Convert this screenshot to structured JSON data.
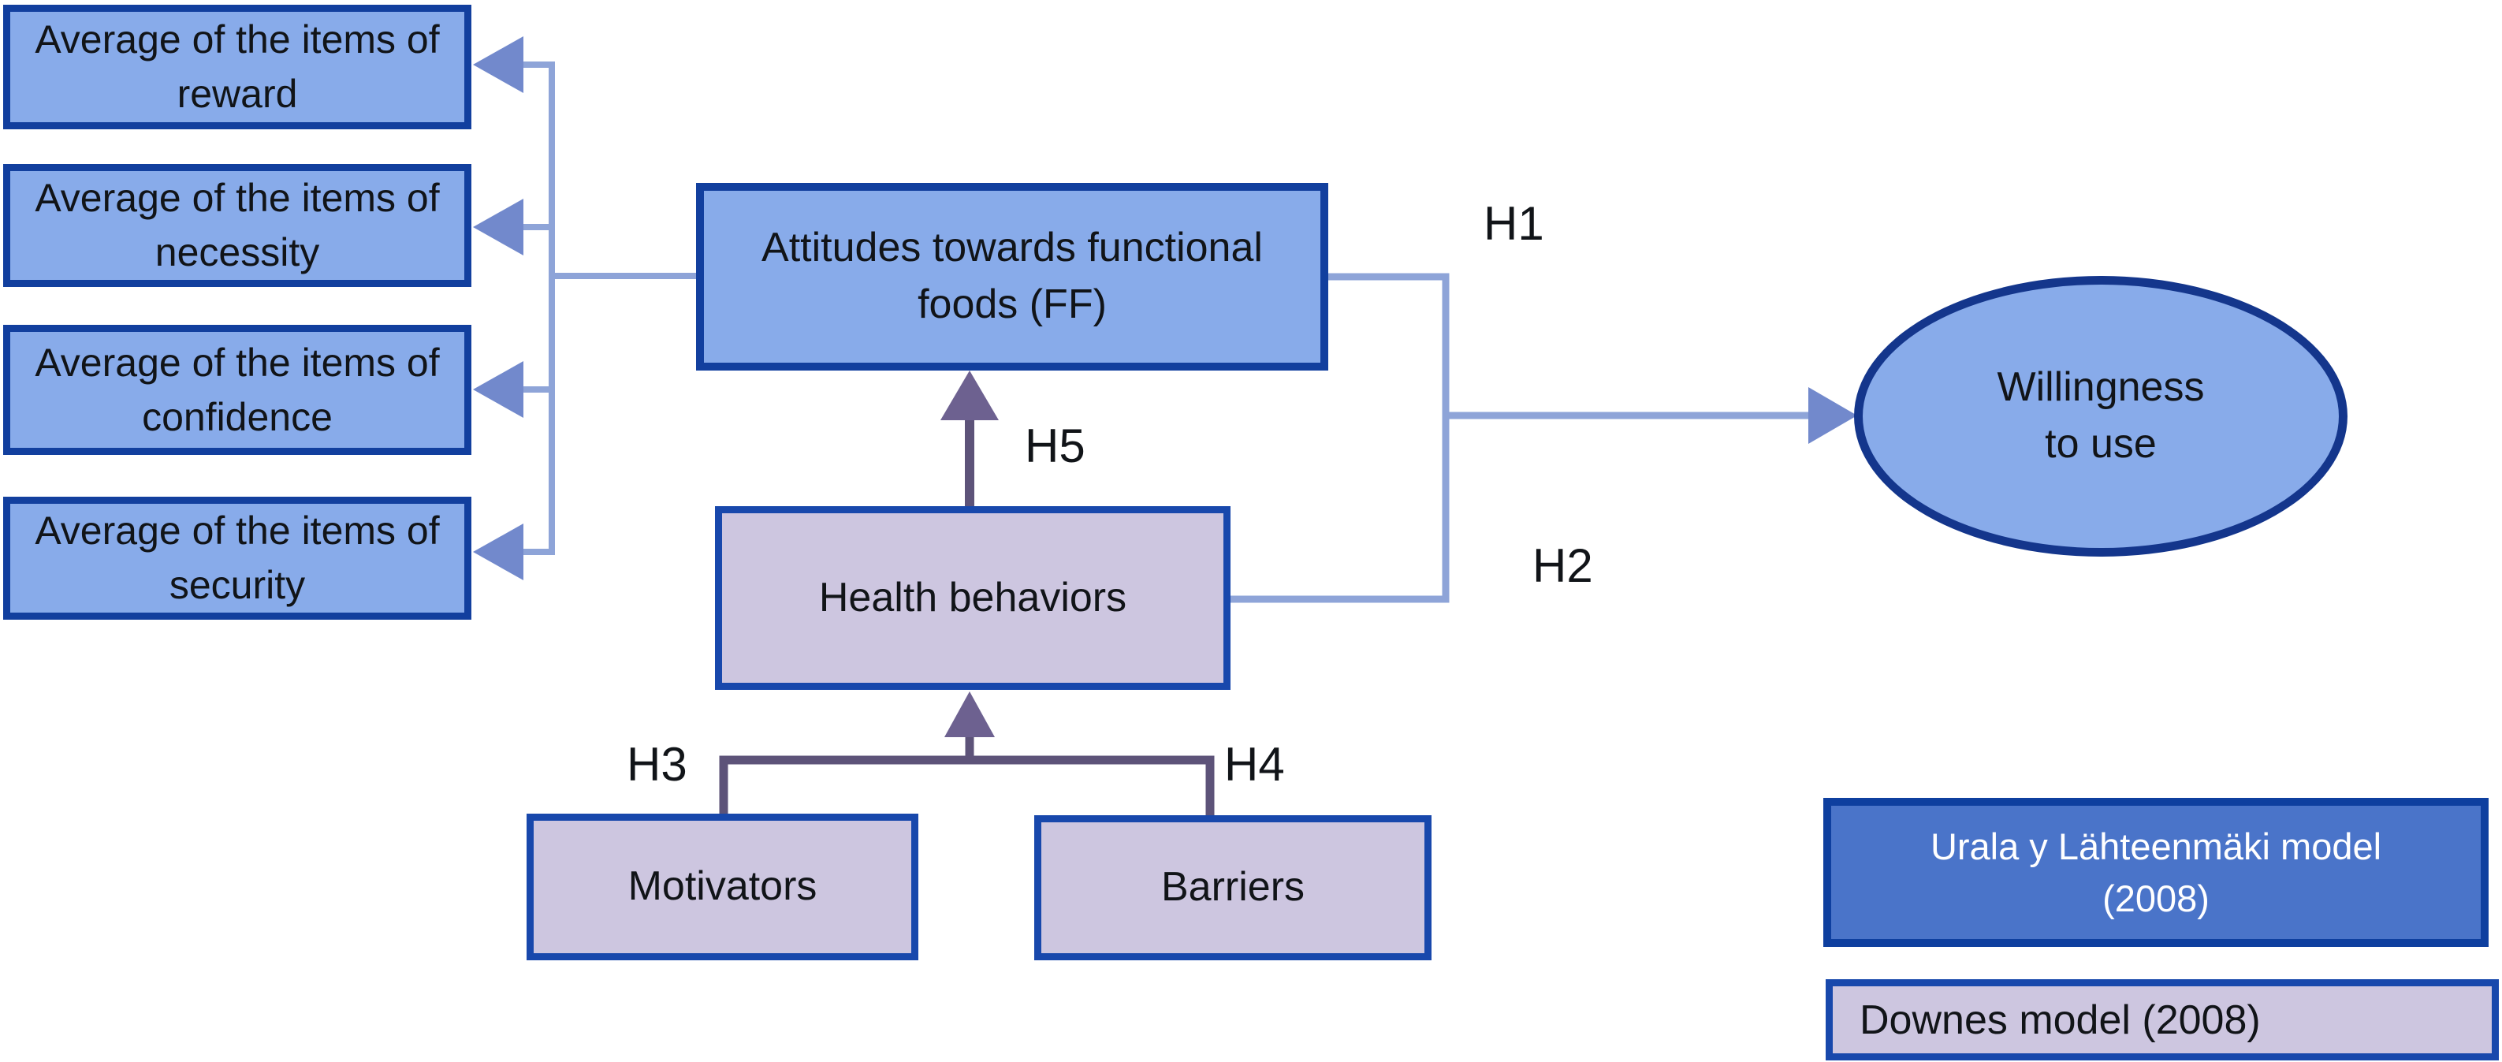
{
  "diagram": {
    "left_boxes": [
      {
        "line1": "Average of the items of",
        "line2": "reward"
      },
      {
        "line1": "Average of the items of",
        "line2": "necessity"
      },
      {
        "line1": "Average of the items of",
        "line2": "confidence"
      },
      {
        "line1": "Average of the items of",
        "line2": "security"
      }
    ],
    "nodes": {
      "attitudes": {
        "line1": "Attitudes towards functional",
        "line2": "foods (FF)"
      },
      "health": {
        "label": "Health behaviors"
      },
      "motivators": {
        "label": "Motivators"
      },
      "barriers": {
        "label": "Barriers"
      },
      "willingness": {
        "line1": "Willingness",
        "line2": "to use"
      }
    },
    "hypothesis_labels": {
      "h1": "H1",
      "h2": "H2",
      "h3": "H3",
      "h4": "H4",
      "h5": "H5"
    },
    "legend": {
      "urala": {
        "line1": "Urala y Lähteenmäki model",
        "line2": "(2008)"
      },
      "downes": {
        "label": "Downes model (2008)"
      }
    },
    "colors": {
      "node_blue_fill": "#88ABEA",
      "node_blue_border": "#123F9E",
      "lavender_fill": "#CDC6E0",
      "lavender_border": "#1848AC",
      "legend_blue_fill": "#4A74C9",
      "connector_blue": "#8EA4D8",
      "arrowhead_blue": "#7289CC",
      "connector_purple": "#5D5379",
      "arrowhead_purple": "#6D6190",
      "text_dark": "#111418",
      "text_light": "#FFFFFF"
    }
  }
}
